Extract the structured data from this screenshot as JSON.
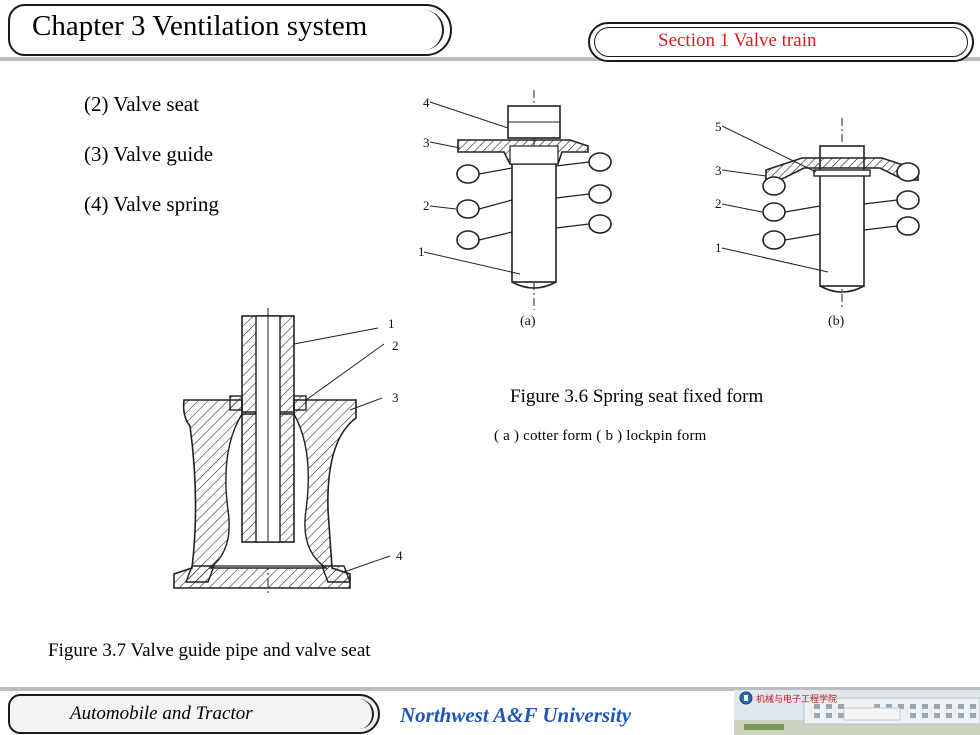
{
  "header": {
    "chapter_title": "Chapter 3 Ventilation system",
    "section_title": "Section 1   Valve  train"
  },
  "bullets": [
    {
      "label": "(2)  Valve seat"
    },
    {
      "label": "(3)  Valve guide"
    },
    {
      "label": "(4)  Valve spring"
    }
  ],
  "figure_3_6": {
    "caption": "Figure 3.6   Spring seat fixed form",
    "sub_caption": "( a )  cotter form    ( b )  lockpin form",
    "panel_a_label": "(a)",
    "panel_b_label": "(b)",
    "panel_a_parts": [
      "4",
      "3",
      "2",
      "1"
    ],
    "panel_b_parts": [
      "5",
      "3",
      "2",
      "1"
    ]
  },
  "figure_3_7": {
    "caption": "Figure 3.7   Valve guide pipe and valve seat",
    "parts": [
      "1",
      "2",
      "3",
      "4"
    ]
  },
  "footer": {
    "course": "Automobile and Tractor",
    "university": "Northwest  A&F  University",
    "logo_text": "机械与电子工程学院",
    "colors": {
      "university": "#1f55b8",
      "section": "#d32020"
    }
  }
}
